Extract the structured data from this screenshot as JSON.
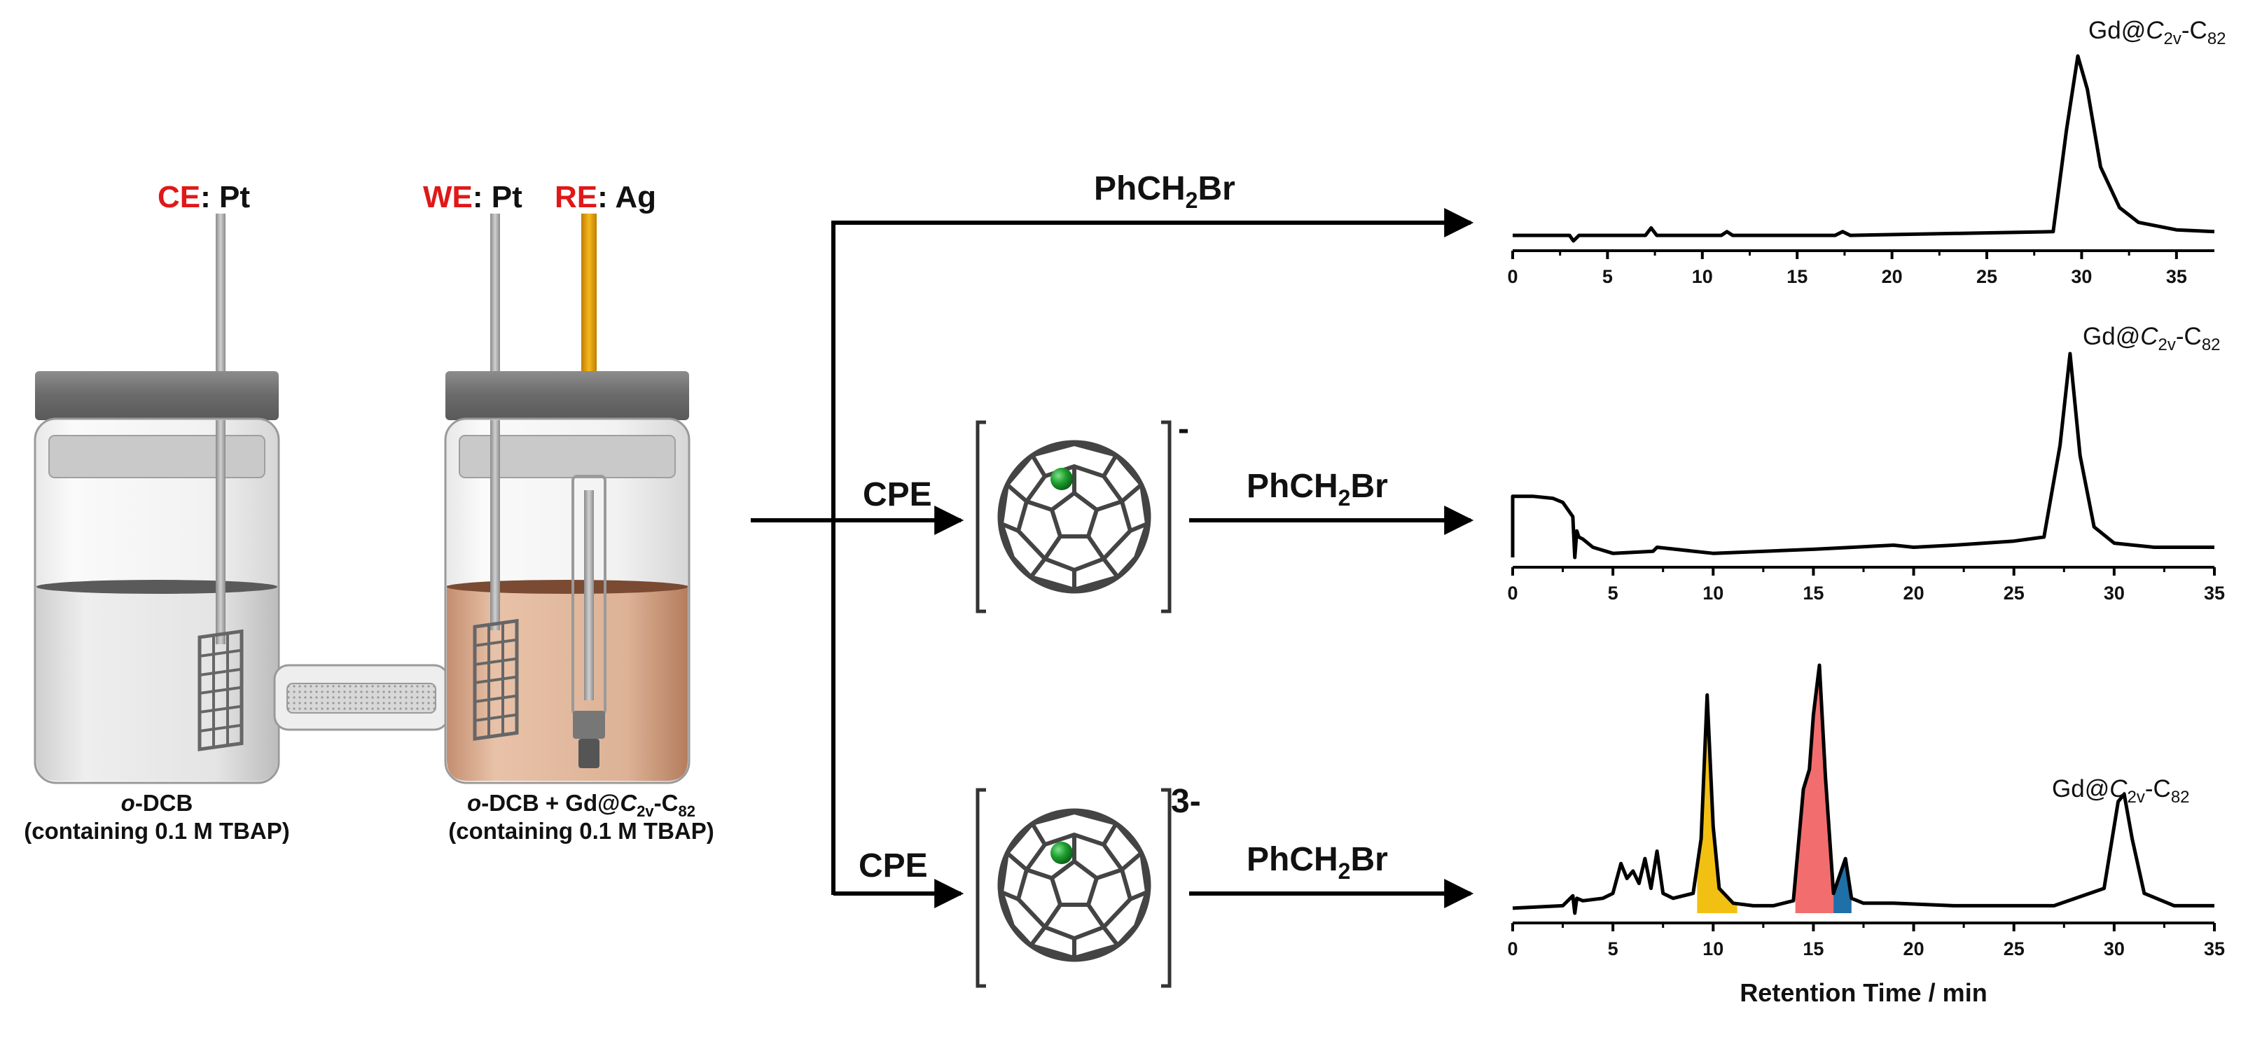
{
  "cell_left": {
    "electrode_prefix": "CE",
    "electrode_suffix": ": Pt",
    "caption_italic": "o",
    "caption_rest": "-DCB",
    "caption_line2": "(containing 0.1 M TBAP)"
  },
  "cell_right": {
    "we_prefix": "WE",
    "we_suffix": ": Pt",
    "re_prefix": "RE",
    "re_suffix": ": Ag",
    "caption_italic": "o",
    "caption_rest": "-DCB + Gd@",
    "caption_sym": "C",
    "caption_sym_sub": "2v",
    "caption_tail": "-C",
    "caption_tail_sub": "82",
    "caption_line2": "(containing 0.1 M TBAP)"
  },
  "reactions": {
    "reagent_main": "PhCH",
    "reagent_sub": "2",
    "reagent_tail": "Br",
    "cpe_label": "CPE",
    "charge_mono": "-",
    "charge_tri": "3-"
  },
  "peak_label": {
    "prefix": "Gd@",
    "sym": "C",
    "sym_sub": "2v",
    "tail": "-C",
    "tail_sub": "82"
  },
  "colors": {
    "red_label": "#e01818",
    "re_electrode": "#e8a20a",
    "fullerene_atom": "#1e9e2e",
    "peak_yellow": "#f2c012",
    "peak_red": "#f26d6d",
    "peak_blue": "#1f6fa8",
    "solution_brown": "#d9a88a"
  },
  "chart_data": [
    {
      "type": "line",
      "title": "",
      "xlabel": "",
      "ylabel": "",
      "xlim": [
        0,
        37
      ],
      "x_ticks": [
        "0",
        "5",
        "10",
        "15",
        "20",
        "25",
        "30",
        "35"
      ],
      "peak_labels": [
        "Gd@C2v-C82"
      ],
      "series": [
        {
          "x": [
            0,
            3,
            3.2,
            3.5,
            7,
            7.3,
            7.6,
            11,
            11.3,
            11.6,
            17,
            17.4,
            17.8,
            28.5,
            29.2,
            29.8,
            30.3,
            31,
            32,
            33,
            35,
            37
          ],
          "y": [
            0.03,
            0.03,
            0.0,
            0.03,
            0.03,
            0.07,
            0.03,
            0.03,
            0.05,
            0.03,
            0.03,
            0.05,
            0.03,
            0.05,
            0.6,
            1.0,
            0.82,
            0.4,
            0.18,
            0.1,
            0.06,
            0.05
          ]
        }
      ]
    },
    {
      "type": "line",
      "title": "",
      "xlabel": "",
      "ylabel": "",
      "xlim": [
        0,
        35
      ],
      "x_ticks": [
        "0",
        "5",
        "10",
        "15",
        "20",
        "25",
        "30",
        "35"
      ],
      "peak_labels": [
        "Gd@C2v-C82"
      ],
      "series": [
        {
          "x": [
            0,
            0,
            1,
            2,
            2.5,
            3,
            3.1,
            3.2,
            3.3,
            3.5,
            4,
            5,
            7,
            7.2,
            10,
            15,
            19,
            20,
            22,
            25,
            26.5,
            27.3,
            27.8,
            28.3,
            29,
            30,
            32,
            35
          ],
          "y": [
            0.0,
            0.3,
            0.3,
            0.29,
            0.27,
            0.2,
            0.0,
            0.13,
            0.1,
            0.09,
            0.05,
            0.02,
            0.03,
            0.05,
            0.02,
            0.04,
            0.06,
            0.05,
            0.06,
            0.08,
            0.1,
            0.55,
            1.0,
            0.5,
            0.15,
            0.07,
            0.05,
            0.05
          ]
        }
      ]
    },
    {
      "type": "area",
      "title": "",
      "xlabel": "Retention Time / min",
      "ylabel": "",
      "xlim": [
        0,
        35
      ],
      "x_ticks": [
        "0",
        "5",
        "10",
        "15",
        "20",
        "25",
        "30",
        "35"
      ],
      "peak_labels": [
        "Gd@C2v-C82"
      ],
      "series": [
        {
          "x": [
            0,
            2.5,
            3,
            3.1,
            3.2,
            3.5,
            4.5,
            5,
            5.4,
            5.7,
            6,
            6.3,
            6.6,
            6.9,
            7.2,
            7.5,
            8,
            9,
            9.4,
            9.7,
            10,
            10.3,
            11,
            12,
            13,
            14,
            14.5,
            14.8,
            15,
            15.3,
            15.6,
            16,
            16.3,
            16.6,
            16.9,
            17.5,
            19,
            22,
            27,
            29.5,
            30.2,
            30.5,
            30.9,
            31.5,
            33,
            35
          ],
          "y": [
            0.02,
            0.03,
            0.07,
            0.0,
            0.06,
            0.05,
            0.06,
            0.08,
            0.2,
            0.14,
            0.17,
            0.12,
            0.22,
            0.1,
            0.25,
            0.08,
            0.06,
            0.08,
            0.3,
            0.88,
            0.35,
            0.1,
            0.04,
            0.03,
            0.03,
            0.05,
            0.5,
            0.58,
            0.8,
            1.0,
            0.55,
            0.08,
            0.15,
            0.22,
            0.06,
            0.04,
            0.04,
            0.03,
            0.03,
            0.1,
            0.45,
            0.48,
            0.3,
            0.08,
            0.03,
            0.03
          ]
        }
      ],
      "shaded_regions": [
        {
          "color": "yellow",
          "x_range": [
            9.2,
            11.2
          ]
        },
        {
          "color": "red",
          "x_range": [
            14.1,
            16.0
          ]
        },
        {
          "color": "blue",
          "x_range": [
            16.0,
            16.9
          ]
        }
      ]
    }
  ]
}
